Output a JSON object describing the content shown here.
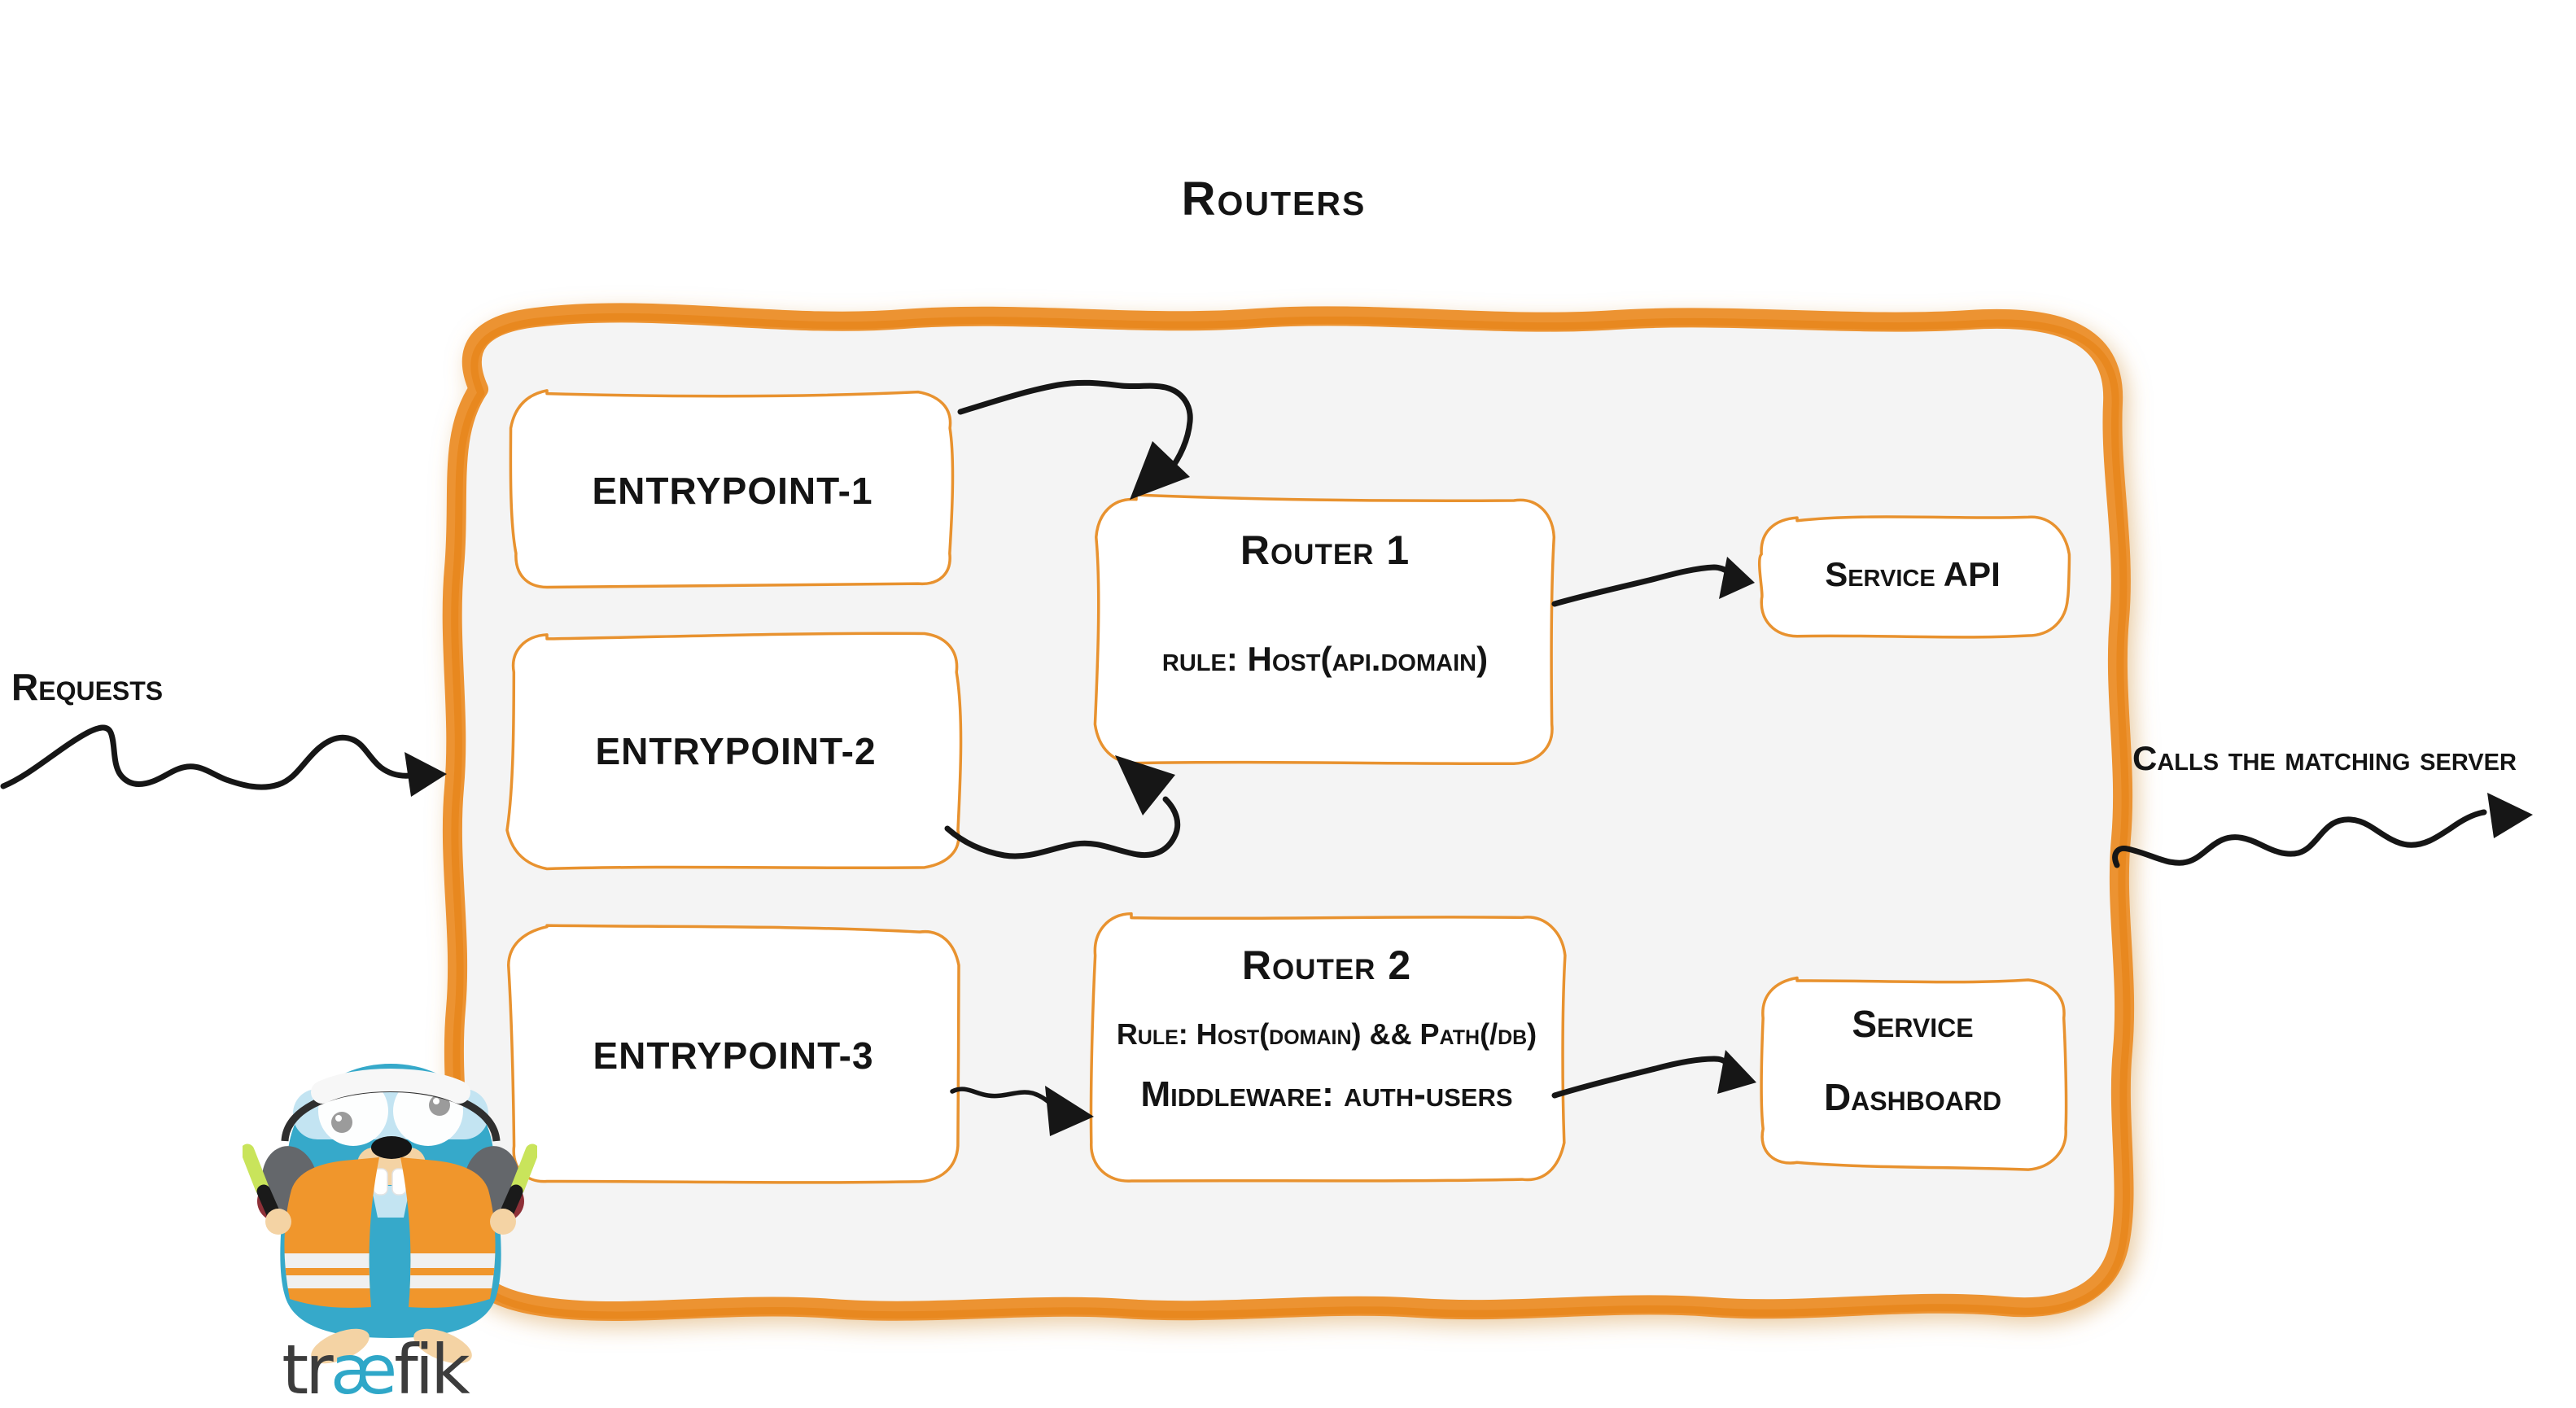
{
  "page": {
    "title": "Routers"
  },
  "flow": {
    "requests_label": "Requests",
    "calls_label": "Calls the matching server"
  },
  "entrypoints": [
    {
      "label": "ENTRYPOINT-1"
    },
    {
      "label": "ENTRYPOINT-2"
    },
    {
      "label": "ENTRYPOINT-3"
    }
  ],
  "routers": [
    {
      "title": "Router 1",
      "rule": "rule: Host(api.domain)"
    },
    {
      "title": "Router 2",
      "rule": "Rule: Host(domain) && Path(/db)",
      "middleware": "Middleware: auth-users"
    }
  ],
  "services": [
    {
      "label": "Service API"
    },
    {
      "line1": "Service",
      "line2": "Dashboard"
    }
  ],
  "logo": {
    "tr": "tr",
    "ae": "æ",
    "fik": "fik"
  },
  "colors": {
    "accent_orange": "#EC9330",
    "box_border_orange": "#E8922F",
    "container_fill": "#F4F4F4",
    "ink": "#161616",
    "brand_teal": "#2FA7C8",
    "brand_dark": "#3C3C3C",
    "vest_orange": "#F0962C",
    "baton_green": "#C9E45B"
  }
}
